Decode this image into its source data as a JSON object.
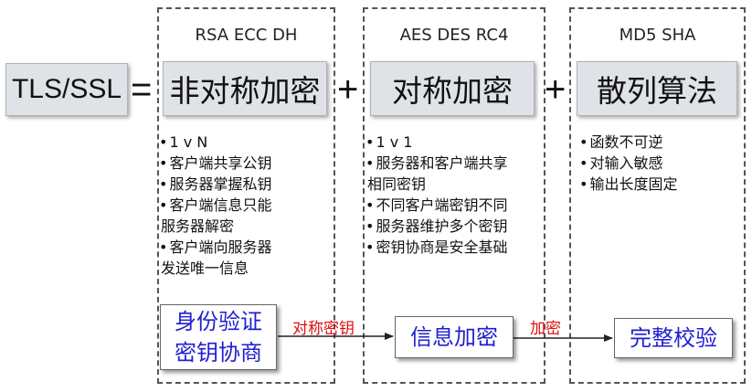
{
  "tls_label": "TLS/SSL",
  "equals_sign": "=",
  "plus_sign": "+",
  "columns": [
    {
      "algorithms": "RSA ECC DH",
      "title": "非对称加密",
      "features": [
        {
          "bullet": "•",
          "text": "1 v N"
        },
        {
          "bullet": "•",
          "text": "客户端共享公钥"
        },
        {
          "bullet": "•",
          "text": "服务器掌握私钥"
        },
        {
          "bullet": "•",
          "text": "客户端信息只能"
        },
        {
          "bullet": "",
          "text": "服务器解密"
        },
        {
          "bullet": "•",
          "text": "客户端向服务器"
        },
        {
          "bullet": "",
          "text": "发送唯一信息"
        }
      ],
      "result_lines": [
        "身份验证",
        "密钥协商"
      ]
    },
    {
      "algorithms": "AES DES RC4",
      "title": "对称加密",
      "features": [
        {
          "bullet": "•",
          "text": "1 v 1"
        },
        {
          "bullet": "•",
          "text": "服务器和客户端共享"
        },
        {
          "bullet": "",
          "text": "相同密钥"
        },
        {
          "bullet": "•",
          "text": "不同客户端密钥不同"
        },
        {
          "bullet": "•",
          "text": "服务器维护多个密钥"
        },
        {
          "bullet": "•",
          "text": "密钥协商是安全基础"
        }
      ],
      "result_lines": [
        "信息加密"
      ]
    },
    {
      "algorithms": "MD5 SHA",
      "title": "散列算法",
      "features": [
        {
          "bullet": "•",
          "text": "函数不可逆"
        },
        {
          "bullet": "•",
          "text": "对输入敏感"
        },
        {
          "bullet": "•",
          "text": "输出长度固定"
        }
      ],
      "result_lines": [
        "完整校验"
      ]
    }
  ],
  "arrows": [
    {
      "label": "对称密钥"
    },
    {
      "label": "加密"
    }
  ],
  "colors": {
    "result_text": "#1f1fd0",
    "arrow_label": "#e01010",
    "title_box_bg": "#dfe2e6",
    "dashed_border": "#555555"
  }
}
